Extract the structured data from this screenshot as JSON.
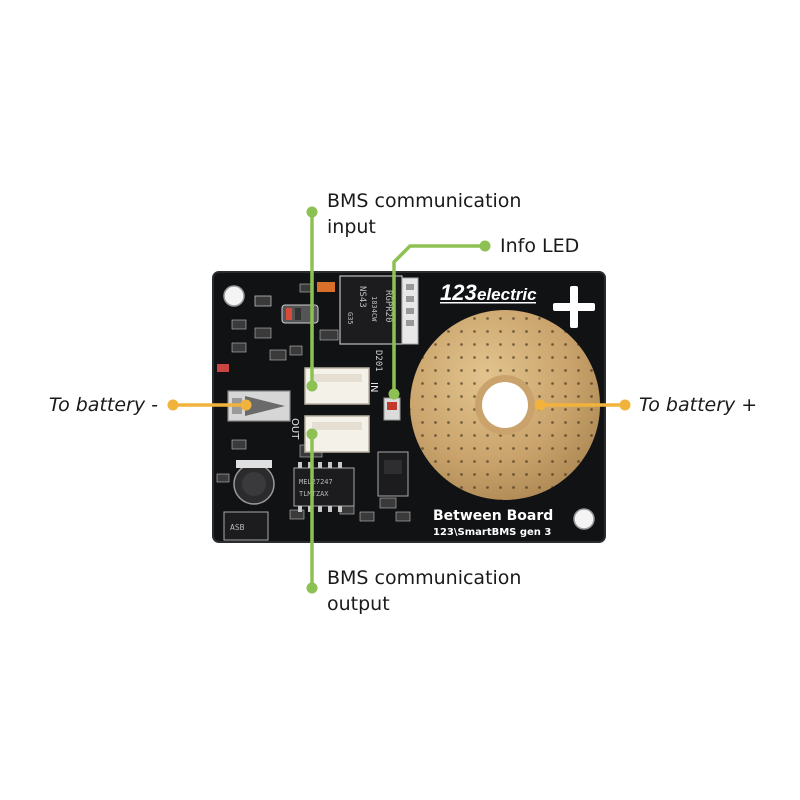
{
  "board": {
    "brand_digits": "123",
    "brand_word": "electric",
    "name": "Between Board",
    "model": "123\\SmartBMS gen 3",
    "silk_in": "IN",
    "silk_out": "OUT",
    "silk_regulator_top": "RGPR20",
    "silk_regulator_mid": "NS43",
    "silk_regulator_code": "1834CW",
    "silk_regulator_small": "G35",
    "silk_led_ref": "D201",
    "silk_opto": "MEL27247",
    "silk_opto2": "TLMTZAX",
    "silk_chip": "ASB"
  },
  "callouts": {
    "comm_input_line1": "BMS communication",
    "comm_input_line2": "input",
    "info_led": "Info LED",
    "battery_minus": "To battery -",
    "battery_plus": "To battery +",
    "comm_output_line1": "BMS communication",
    "comm_output_line2": "output"
  },
  "colors": {
    "pcb": "#111214",
    "copper_pad": "#c9a36b",
    "comm_line": "#8dc153",
    "battery_line": "#f2b33d",
    "text": "#1a1a1a",
    "silkscreen": "#ffffff"
  }
}
